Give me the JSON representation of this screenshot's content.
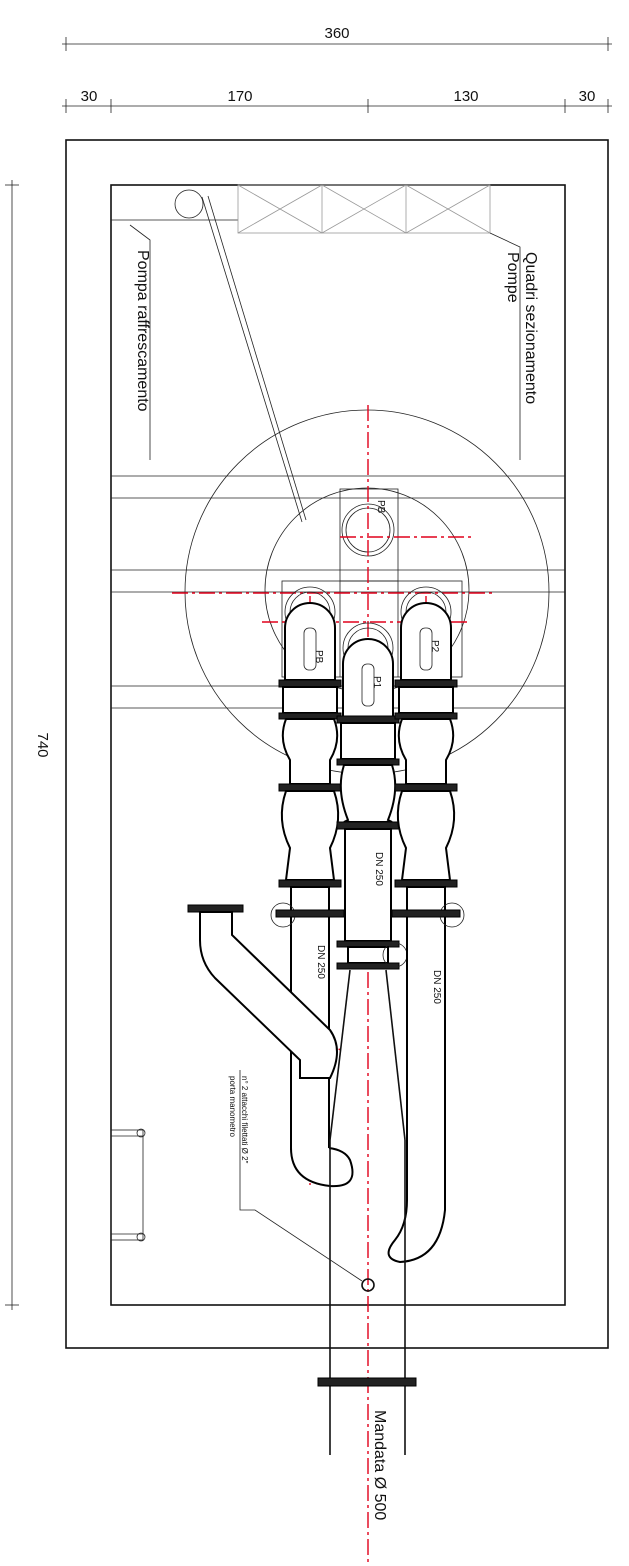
{
  "dimensions": {
    "overall_width": "360",
    "left_margin": "30",
    "left_section": "170",
    "right_section": "130",
    "right_margin": "30",
    "height": "740"
  },
  "labels": {
    "cooling_pump": "Pompa raffrescamento",
    "panel_line1": "Quadri sezionamento",
    "panel_line2": "Pompe",
    "delivery": "Mandata Ø 500",
    "gauge_line1": "n° 2 attacchi filettati Ø 2\"",
    "gauge_line2": "porta manometro"
  },
  "pumps": {
    "pb_top": "PB",
    "pb_left": "PB",
    "p1": "P1",
    "p2": "P2"
  },
  "pipe_sizes": {
    "left": "DN 250",
    "center": "DN 250",
    "right": "DN 250"
  },
  "colors": {
    "axis": "#e0001b",
    "line": "#000000"
  }
}
